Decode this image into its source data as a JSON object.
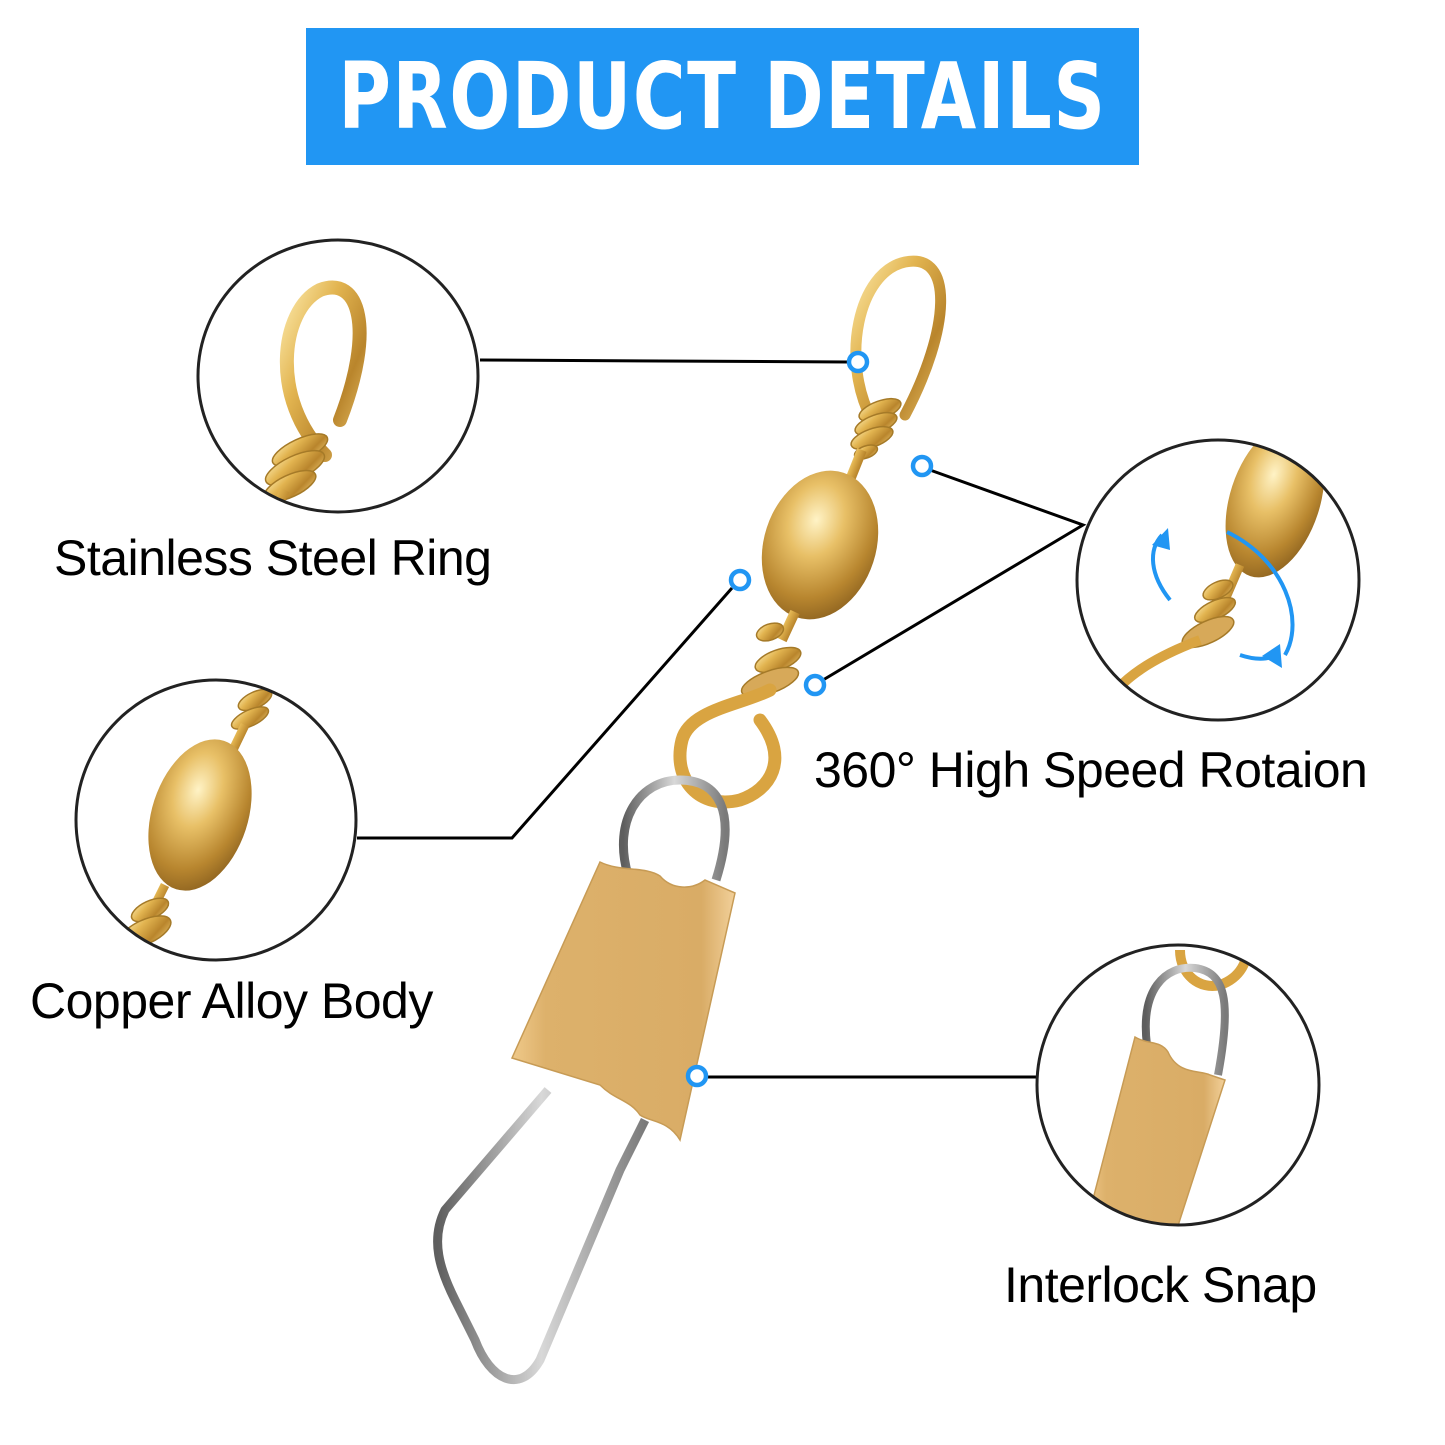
{
  "header": {
    "title": "PRODUCT DETAILS",
    "background_color": "#2196F3",
    "text_color": "#FFFFFF"
  },
  "features": [
    {
      "label": "Stainless Steel Ring",
      "icon": "ring-eye-closeup"
    },
    {
      "label": "Copper Alloy Body",
      "icon": "barrel-body-closeup"
    },
    {
      "label": "360° High Speed Rotaion",
      "icon": "rotation-arrows-closeup"
    },
    {
      "label": "Interlock Snap",
      "icon": "interlock-snap-closeup"
    }
  ],
  "colors": {
    "accent_dot": "#2196F3",
    "leader_line": "#000000",
    "gold": "#D9A441",
    "gold_light": "#F2CF7A",
    "snap_sleeve": "#DDB16B",
    "steel": "#9A9A9A"
  }
}
